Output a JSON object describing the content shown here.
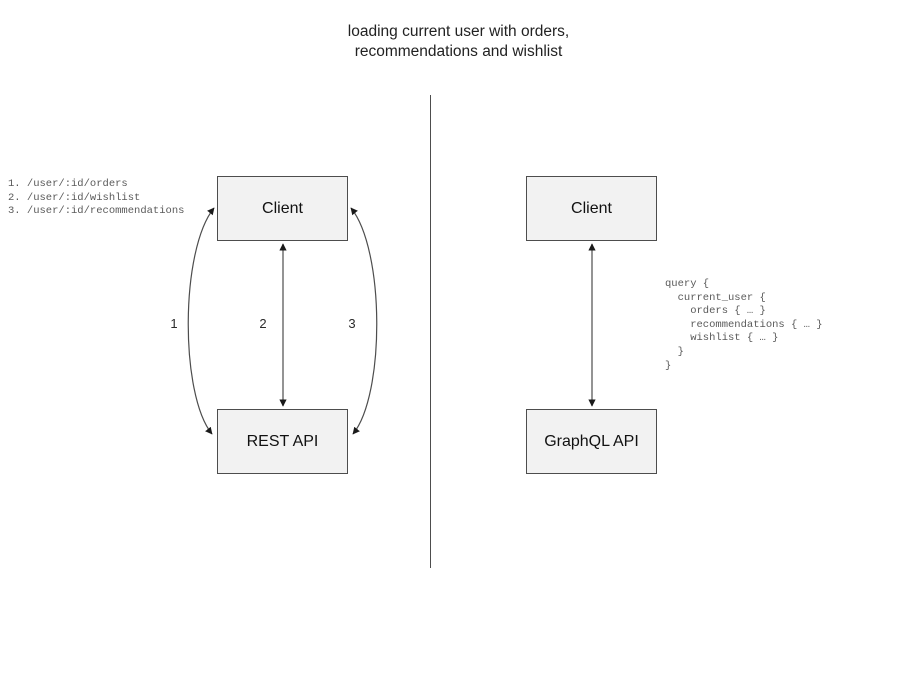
{
  "title": "loading current user with orders,\nrecommendations and wishlist",
  "divider": {
    "orientation": "vertical"
  },
  "rest_side": {
    "client_label": "Client",
    "api_label": "REST API",
    "edge_labels": [
      "1",
      "2",
      "3"
    ],
    "endpoints": "1. /user/:id/orders\n2. /user/:id/wishlist\n3. /user/:id/recommendations",
    "endpoint_lines": [
      "1. /user/:id/orders",
      "2. /user/:id/wishlist",
      "3. /user/:id/recommendations"
    ]
  },
  "graphql_side": {
    "client_label": "Client",
    "api_label": "GraphQL API",
    "query": "query {\n  current_user {\n    orders { … }\n    recommendations { … }\n    wishlist { … }\n  }\n}",
    "query_lines": [
      "query {",
      "  current_user {",
      "    orders { … }",
      "    recommendations { … }",
      "    wishlist { … }",
      "  }",
      "}"
    ]
  },
  "colors": {
    "node_fill": "#f2f2f2",
    "node_border": "#4d4d4d",
    "edge_stroke": "#4d4d4d",
    "code_text": "#5a5a5a",
    "title_text": "#222222",
    "background": "#ffffff"
  }
}
